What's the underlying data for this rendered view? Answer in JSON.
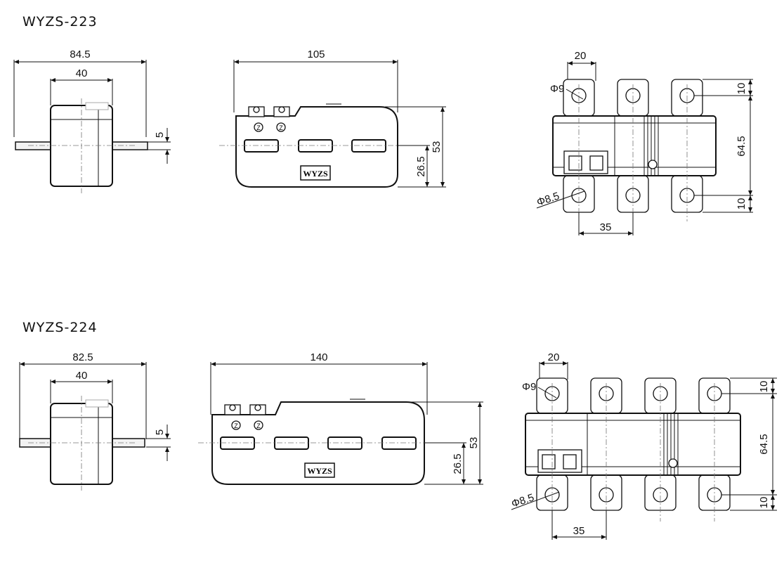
{
  "models": [
    {
      "title": "WYZS-223",
      "side": {
        "overall": "84.5",
        "inner": "40",
        "thickness": "5"
      },
      "front": {
        "length": "105",
        "height": "53",
        "half_height": "26.5",
        "logo": "WYZS"
      },
      "top": {
        "pitch_left": "20",
        "hole_top": "Φ9",
        "hole_bottom": "Φ8.5",
        "pitch_bottom": "35",
        "edge_top": "10",
        "span": "64.5",
        "edge_bottom": "10"
      }
    },
    {
      "title": "WYZS-224",
      "side": {
        "overall": "82.5",
        "inner": "40",
        "thickness": "5"
      },
      "front": {
        "length": "140",
        "height": "53",
        "half_height": "26.5",
        "logo": "WYZS"
      },
      "top": {
        "pitch_left": "20",
        "hole_top": "Φ9",
        "hole_bottom": "Φ8.5",
        "pitch_bottom": "35",
        "edge_top": "10",
        "span": "64.5",
        "edge_bottom": "10"
      }
    }
  ],
  "icons": [
    "terminal-screw-icon",
    "ground-z-icon",
    "bolt-hole-icon",
    "logo-icon"
  ]
}
